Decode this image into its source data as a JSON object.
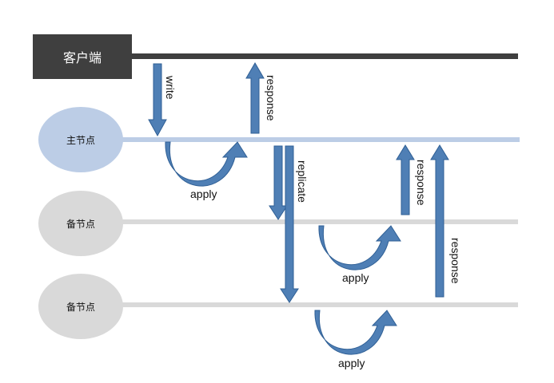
{
  "client": {
    "label": "客户端"
  },
  "nodes": {
    "primary": {
      "label": "主节点"
    },
    "backup_1": {
      "label": "备节点"
    },
    "backup_2": {
      "label": "备节点"
    }
  },
  "flows": {
    "write": "write",
    "response_primary": "response",
    "replicate": "replicate",
    "response_backup_1": "response",
    "response_backup_2": "response"
  },
  "apply": {
    "primary": "apply",
    "backup_1": "apply",
    "backup_2": "apply"
  },
  "colors": {
    "client_box": "#3f3f3f",
    "client_line": "#3f3f3f",
    "primary_node": "#bccde6",
    "primary_line": "#bccde6",
    "backup_node": "#d9d9d9",
    "backup_line": "#d9d9d9",
    "arrow_fill": "#4f7fb5",
    "arrow_stroke": "#2f5f95"
  }
}
